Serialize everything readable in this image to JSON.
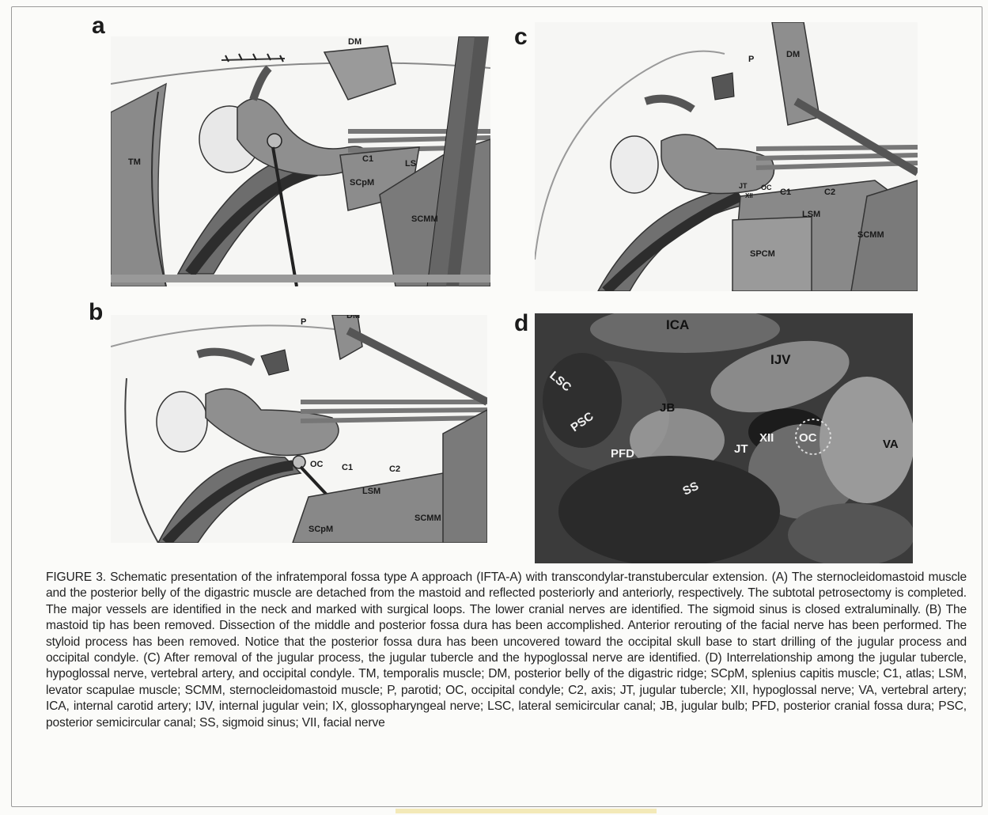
{
  "figure": {
    "panels": [
      {
        "letter": "a",
        "labels": [
          "DM",
          "TM",
          "C1",
          "LS",
          "SCpM",
          "SCMM"
        ]
      },
      {
        "letter": "b",
        "labels": [
          "P",
          "DM",
          "OC",
          "C1",
          "C2",
          "LSM",
          "SCpM",
          "SCMM"
        ]
      },
      {
        "letter": "c",
        "labels": [
          "P",
          "DM",
          "JT",
          "XII",
          "OC",
          "C1",
          "C2",
          "LSM",
          "SCMM",
          "SPCM"
        ]
      },
      {
        "letter": "d",
        "labels": [
          "ICA",
          "IJV",
          "LSC",
          "PSC",
          "JB",
          "PFD",
          "JT",
          "XII",
          "OC",
          "VA",
          "SS"
        ]
      }
    ],
    "caption_lead": "FIGURE 3.",
    "caption_text": "Schematic presentation of the infratemporal fossa type A approach (IFTA-A) with transcondylar-transtubercular extension. (A) The sternocleidomastoid muscle and the posterior belly of the digastric muscle are detached from the mastoid and reflected posteriorly and anteriorly, respectively. The subtotal petrosectomy is completed. The major vessels are identified in the neck and marked with surgical loops. The lower cranial nerves are identified. The sigmoid sinus is closed extraluminally. (B) The mastoid tip has been removed. Dissection of the middle and posterior fossa dura has been accomplished. Anterior rerouting of the facial nerve has been performed. The styloid process has been removed. Notice that the posterior fossa dura has been uncovered toward the occipital skull base to start drilling of the jugular process and occipital condyle. (C) After removal of the jugular process, the jugular tubercle and the hypoglossal nerve are identified. (D) Interrelationship among the jugular tubercle, hypoglossal nerve, vertebral artery, and occipital condyle. TM, temporalis muscle; DM, posterior belly of the digastric ridge; SCpM, splenius capitis muscle; C1, atlas; LSM, levator scapulae muscle; SCMM, sternocleidomastoid muscle; P, parotid; OC, occipital condyle; C2, axis; JT, jugular tubercle; XII, hypoglossal nerve; VA, vertebral artery; ICA, internal carotid artery; IJV, internal jugular vein; IX, glossopharyngeal nerve; LSC, lateral semicircular canal; JB, jugular bulb; PFD, posterior cranial fossa dura; PSC, posterior semicircular canal; SS, sigmoid sinus; VII, facial nerve"
  }
}
